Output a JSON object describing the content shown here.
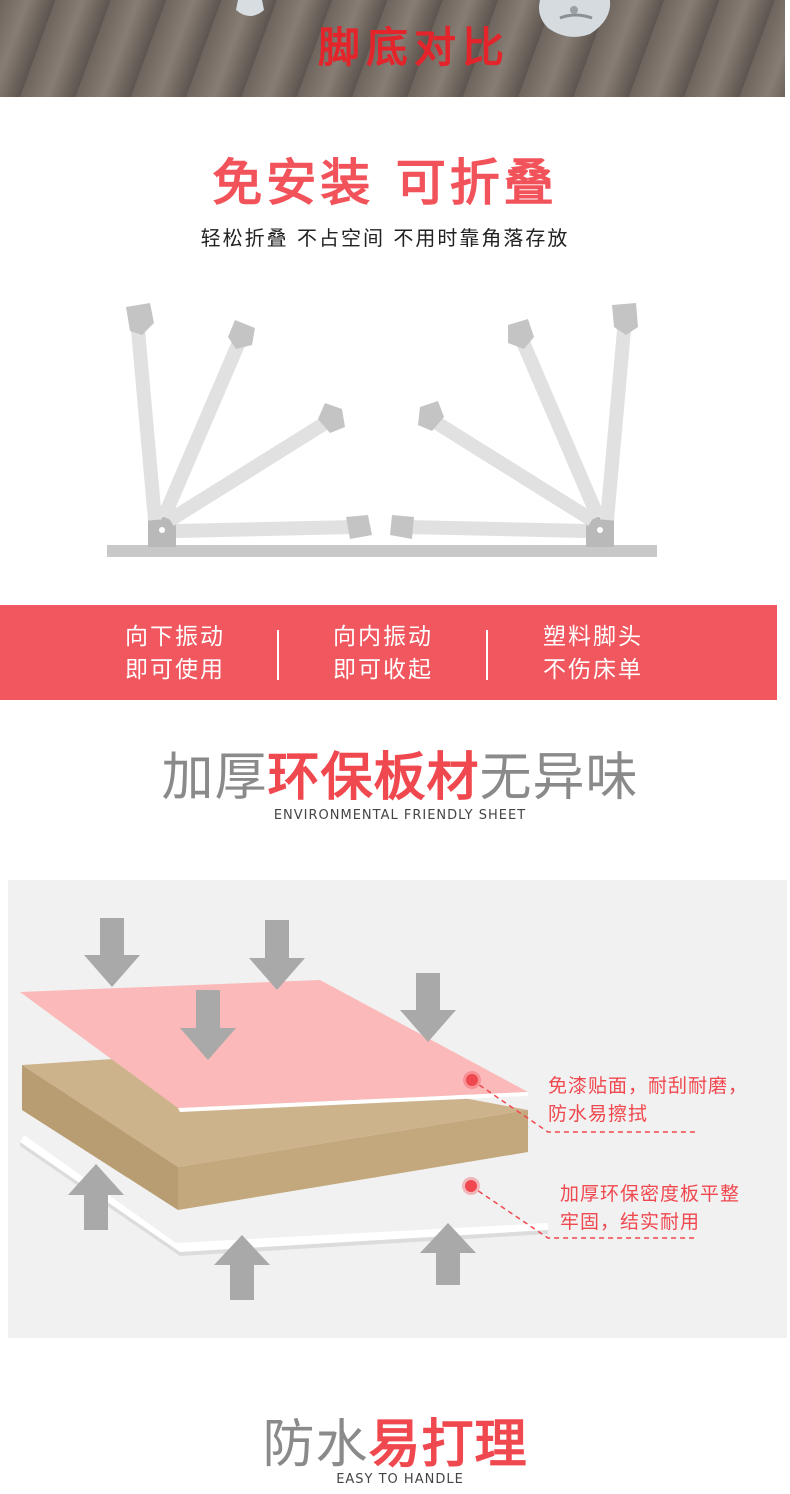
{
  "top_banner": {
    "title": "脚底对比"
  },
  "section_fold": {
    "title": "免安装 可折叠",
    "subtitle": "轻松折叠 不占空间 不用时靠角落存放",
    "features": [
      {
        "line1": "向下振动",
        "line2": "即可使用"
      },
      {
        "line1": "向内振动",
        "line2": "即可收起"
      },
      {
        "line1": "塑料脚头",
        "line2": "不伤床单"
      }
    ]
  },
  "section_board": {
    "title_gray_1": "加厚",
    "title_red": "环保板材",
    "title_gray_2": "无异味",
    "subtitle": "ENVIRONMENTAL FRIENDLY SHEET",
    "callout_1": {
      "line1": "免漆贴面，耐刮耐磨，",
      "line2": "防水易擦拭"
    },
    "callout_2": {
      "line1": "加厚环保密度板平整",
      "line2": "牢固，结实耐用"
    }
  },
  "section_water": {
    "title_gray": "防水",
    "title_red": "易打理",
    "subtitle": "EASY TO HANDLE"
  },
  "colors": {
    "accent_red": "#f0575e",
    "title_red": "#f0484f",
    "laminate_pink": "#fbb9b9",
    "mdf_tan": "#c8ae86",
    "arrow_gray": "#a9a9a9"
  }
}
